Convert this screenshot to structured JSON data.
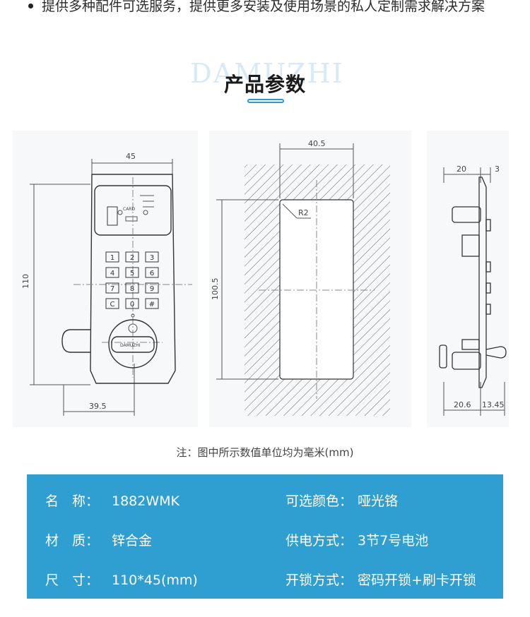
{
  "header": {
    "intro_line": "提供多种配件可选服务，提供更多安装及使用场景的私人定制需求解决方案",
    "brand_watermark": "DAMUZHI",
    "section_title": "产品参数"
  },
  "drawings": {
    "front": {
      "dim_width": "45",
      "dim_height": "110",
      "dim_bottom": "39.5",
      "card_text": "CARD",
      "keys": [
        "1",
        "2",
        "3",
        "4",
        "5",
        "6",
        "7",
        "8",
        "9",
        "C",
        "0",
        "#"
      ],
      "knob_brand": "DAMUZHI"
    },
    "cutout": {
      "dim_width": "40.5",
      "dim_height": "100.5",
      "radius_label": "R2"
    },
    "side": {
      "dim_top_left": "20",
      "dim_top_right": "3",
      "dim_bottom_left": "20.6",
      "dim_bottom_right": "13.45"
    }
  },
  "note": "注：图中所示数值单位均为毫米(mm)",
  "specs": {
    "rows": [
      {
        "label_left": "名　称：",
        "value_left": "1882WMK",
        "label_right": "可选颜色：",
        "value_right": "哑光铬"
      },
      {
        "label_left": "材　质：",
        "value_left": "锌合金",
        "label_right": "供电方式：",
        "value_right": "3节7号电池"
      },
      {
        "label_left": "尺　寸：",
        "value_left": "110*45(mm)",
        "label_right": "开锁方式：",
        "value_right": "密码开锁+刷卡开锁"
      }
    ]
  },
  "colors": {
    "accent": "#2e9fd0",
    "watermark": "#d6eaf8"
  }
}
